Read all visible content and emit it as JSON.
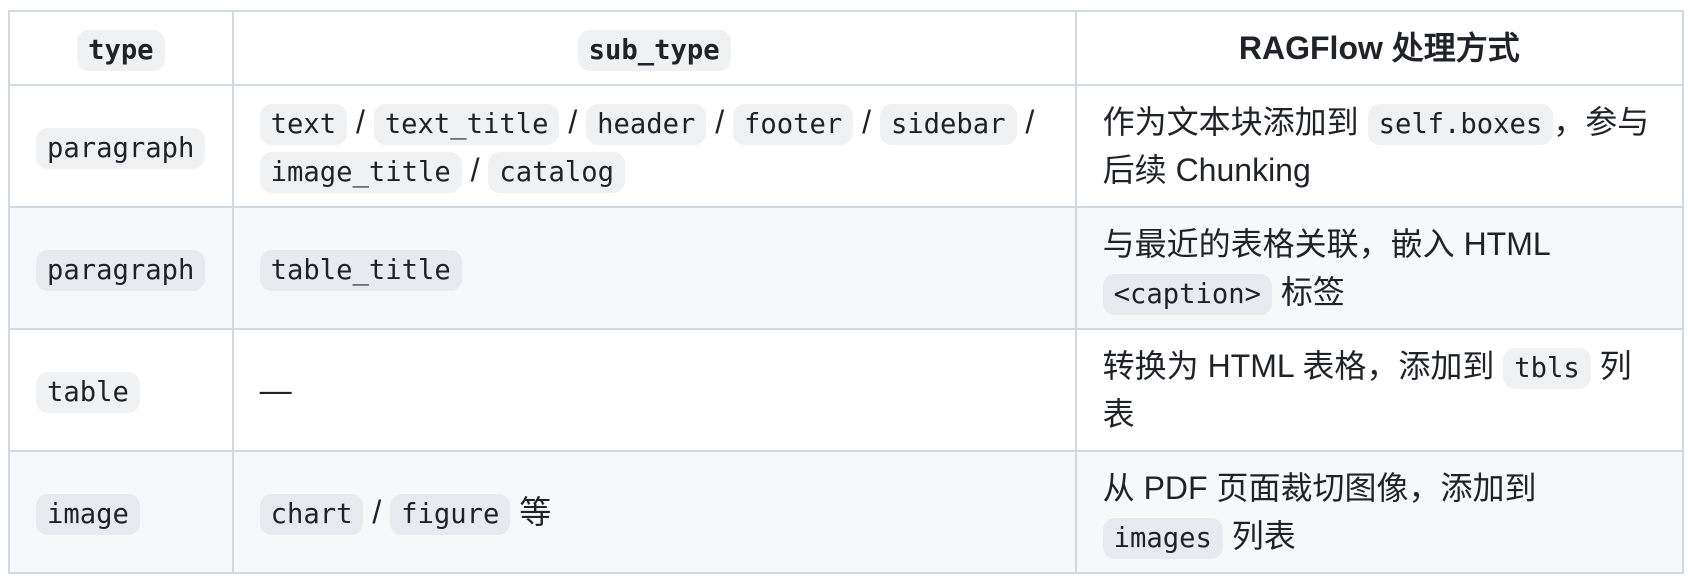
{
  "colors": {
    "page_bg": "#ffffff",
    "text": "#1f2328",
    "border": "#d1d9e0",
    "row_alt_bg": "#f6f8fa",
    "code_badge_bg": "#eff1f3"
  },
  "table": {
    "header": {
      "type": [
        {
          "kind": "code",
          "text": "type"
        }
      ],
      "sub_type": [
        {
          "kind": "code",
          "text": "sub_type"
        }
      ],
      "handling": [
        {
          "kind": "text",
          "text": "RAGFlow 处理方式"
        }
      ]
    },
    "rows": [
      {
        "cells": {
          "type": [
            {
              "kind": "code",
              "text": "paragraph"
            }
          ],
          "sub_type": [
            {
              "kind": "code",
              "text": "text"
            },
            {
              "kind": "text",
              "text": " / "
            },
            {
              "kind": "code",
              "text": "text_title"
            },
            {
              "kind": "text",
              "text": " / "
            },
            {
              "kind": "code",
              "text": "header"
            },
            {
              "kind": "text",
              "text": " / "
            },
            {
              "kind": "code",
              "text": "footer"
            },
            {
              "kind": "text",
              "text": " / "
            },
            {
              "kind": "code",
              "text": "sidebar"
            },
            {
              "kind": "text",
              "text": " / "
            },
            {
              "kind": "code",
              "text": "image_title"
            },
            {
              "kind": "text",
              "text": " / "
            },
            {
              "kind": "code",
              "text": "catalog"
            }
          ],
          "handling": [
            {
              "kind": "text",
              "text": "作为文本块添加到 "
            },
            {
              "kind": "code",
              "text": "self.boxes"
            },
            {
              "kind": "text",
              "text": "，参与后续 Chunking"
            }
          ]
        }
      },
      {
        "cells": {
          "type": [
            {
              "kind": "code",
              "text": "paragraph"
            }
          ],
          "sub_type": [
            {
              "kind": "code",
              "text": "table_title"
            }
          ],
          "handling": [
            {
              "kind": "text",
              "text": "与最近的表格关联，嵌入 HTML "
            },
            {
              "kind": "code",
              "text": "<caption>"
            },
            {
              "kind": "text",
              "text": " 标签"
            }
          ]
        }
      },
      {
        "cells": {
          "type": [
            {
              "kind": "code",
              "text": "table"
            }
          ],
          "sub_type": [
            {
              "kind": "text",
              "text": "—"
            }
          ],
          "handling": [
            {
              "kind": "text",
              "text": "转换为 HTML 表格，添加到 "
            },
            {
              "kind": "code",
              "text": "tbls"
            },
            {
              "kind": "text",
              "text": " 列表"
            }
          ]
        }
      },
      {
        "cells": {
          "type": [
            {
              "kind": "code",
              "text": "image"
            }
          ],
          "sub_type": [
            {
              "kind": "code",
              "text": "chart"
            },
            {
              "kind": "text",
              "text": " / "
            },
            {
              "kind": "code",
              "text": "figure"
            },
            {
              "kind": "text",
              "text": " 等"
            }
          ],
          "handling": [
            {
              "kind": "text",
              "text": "从 PDF 页面裁切图像，添加到 "
            },
            {
              "kind": "code",
              "text": "images"
            },
            {
              "kind": "text",
              "text": " 列表"
            }
          ]
        }
      }
    ]
  }
}
